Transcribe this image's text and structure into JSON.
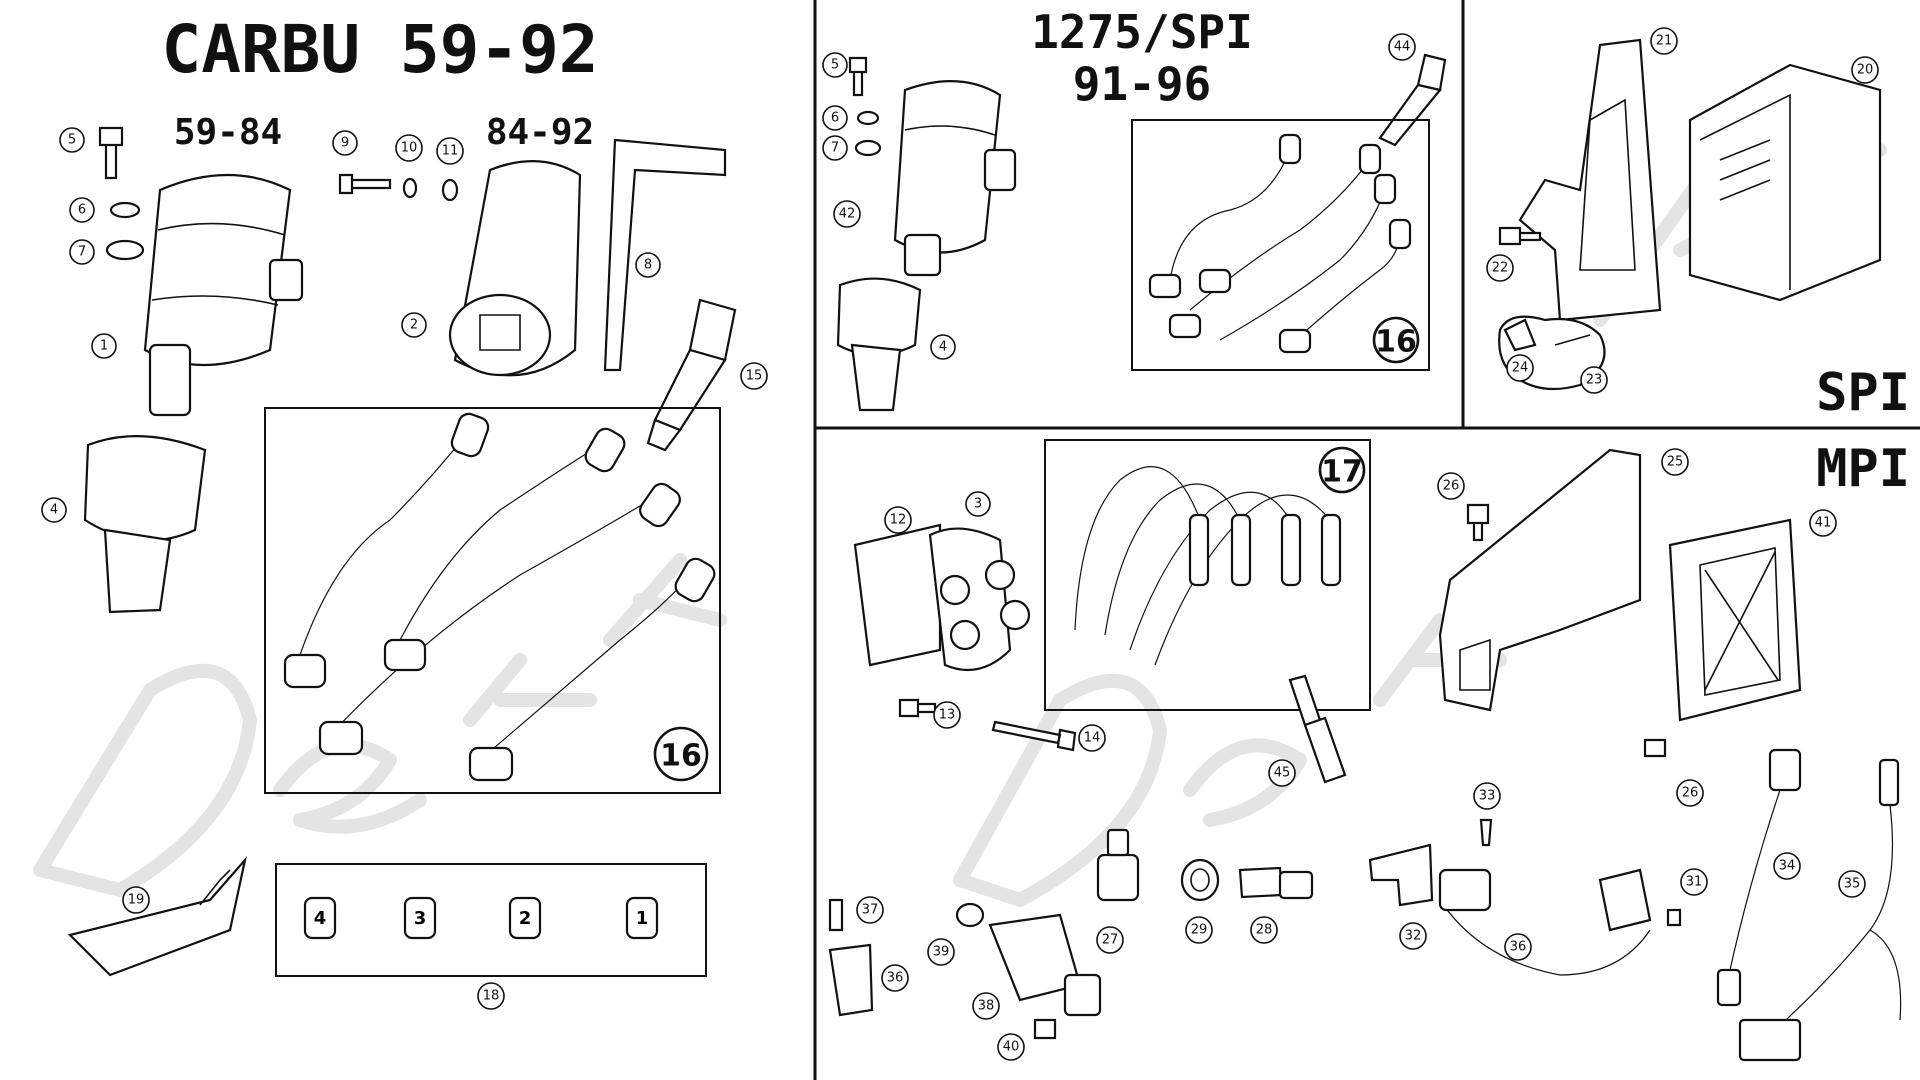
{
  "sections": {
    "carbu": {
      "title": "CARBU 59-92",
      "sub_a": "59-84",
      "sub_b": "84-92"
    },
    "spi_1275": {
      "title_line1": "1275/SPI",
      "title_line2": "91-96"
    },
    "spi_label": "SPI",
    "mpi_label": "MPI"
  },
  "callouts": [
    {
      "id": "c5a",
      "label": "5"
    },
    {
      "id": "c6a",
      "label": "6"
    },
    {
      "id": "c7a",
      "label": "7"
    },
    {
      "id": "c1",
      "label": "1"
    },
    {
      "id": "c4a",
      "label": "4"
    },
    {
      "id": "c9",
      "label": "9"
    },
    {
      "id": "c10",
      "label": "10"
    },
    {
      "id": "c11",
      "label": "11"
    },
    {
      "id": "c2",
      "label": "2"
    },
    {
      "id": "c8",
      "label": "8"
    },
    {
      "id": "c15",
      "label": "15"
    },
    {
      "id": "c19",
      "label": "19"
    },
    {
      "id": "c18",
      "label": "18"
    },
    {
      "id": "c5b",
      "label": "5"
    },
    {
      "id": "c6b",
      "label": "6"
    },
    {
      "id": "c7b",
      "label": "7"
    },
    {
      "id": "c42",
      "label": "42"
    },
    {
      "id": "c4b",
      "label": "4"
    },
    {
      "id": "c44",
      "label": "44"
    },
    {
      "id": "c21",
      "label": "21"
    },
    {
      "id": "c20",
      "label": "20"
    },
    {
      "id": "c22",
      "label": "22"
    },
    {
      "id": "c24",
      "label": "24"
    },
    {
      "id": "c23",
      "label": "23"
    },
    {
      "id": "c12",
      "label": "12"
    },
    {
      "id": "c3",
      "label": "3"
    },
    {
      "id": "c13",
      "label": "13"
    },
    {
      "id": "c14",
      "label": "14"
    },
    {
      "id": "c45",
      "label": "45"
    },
    {
      "id": "c26a",
      "label": "26"
    },
    {
      "id": "c25",
      "label": "25"
    },
    {
      "id": "c41",
      "label": "41"
    },
    {
      "id": "c26b",
      "label": "26"
    },
    {
      "id": "c33",
      "label": "33"
    },
    {
      "id": "c37",
      "label": "37"
    },
    {
      "id": "c36a",
      "label": "36"
    },
    {
      "id": "c39",
      "label": "39"
    },
    {
      "id": "c38",
      "label": "38"
    },
    {
      "id": "c40",
      "label": "40"
    },
    {
      "id": "c27",
      "label": "27"
    },
    {
      "id": "c29",
      "label": "29"
    },
    {
      "id": "c28",
      "label": "28"
    },
    {
      "id": "c32",
      "label": "32"
    },
    {
      "id": "c36b",
      "label": "36"
    },
    {
      "id": "c31",
      "label": "31"
    },
    {
      "id": "c34",
      "label": "34"
    },
    {
      "id": "c35",
      "label": "35"
    }
  ],
  "kit_labels": {
    "k16a": "16",
    "k16b": "16",
    "k17": "17"
  },
  "cap_labels": [
    "4",
    "3",
    "2",
    "1"
  ],
  "watermark": "Dextwa"
}
